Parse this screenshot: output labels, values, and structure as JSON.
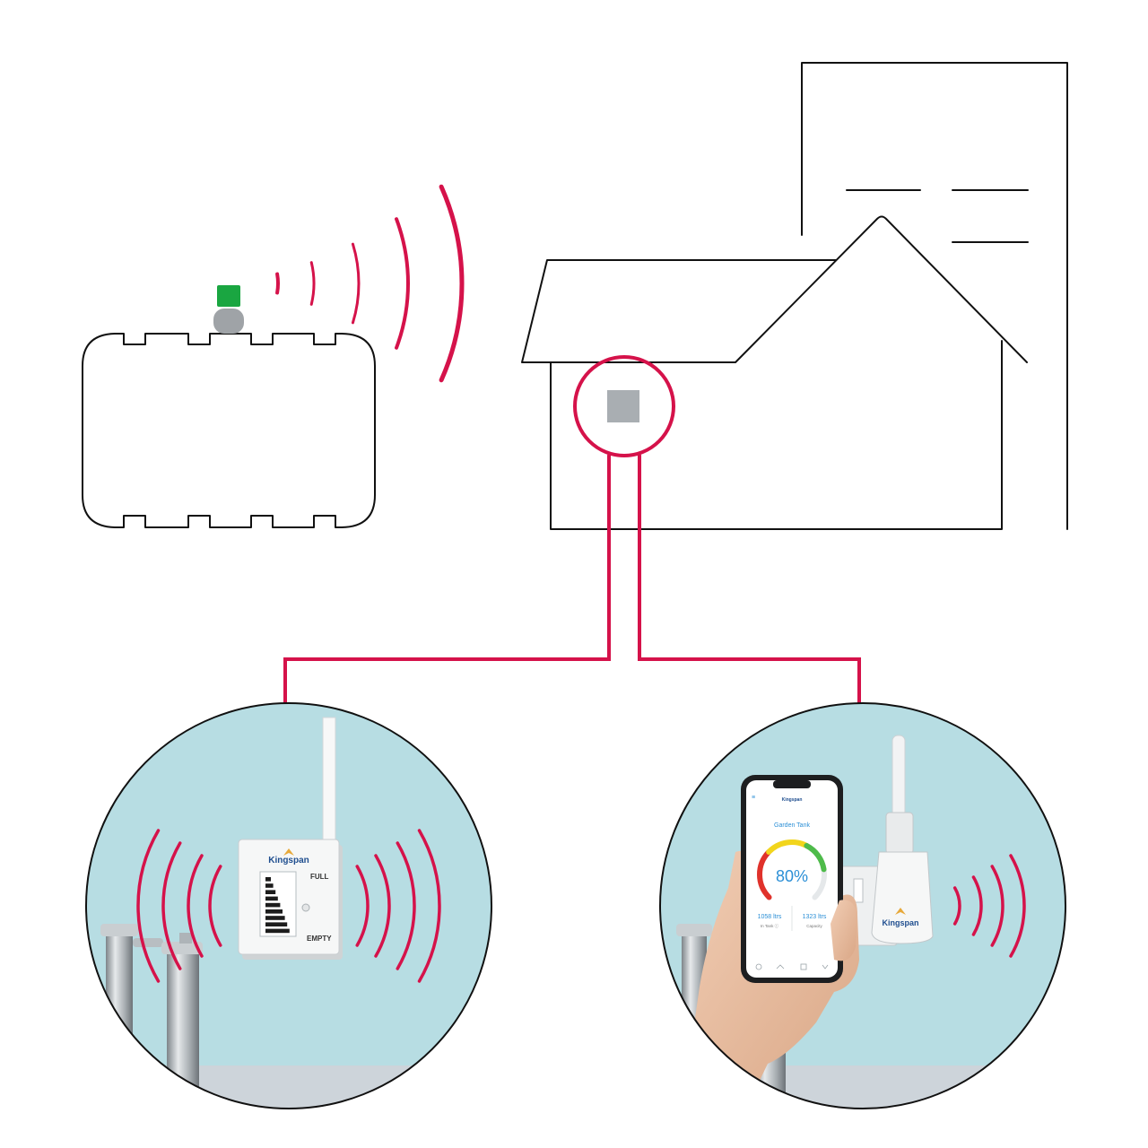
{
  "colors": {
    "accent": "#d5124a",
    "outline": "#111111",
    "wall": "#b7dde3",
    "floor": "#cdd4da",
    "sensor_body": "#9fa3a7",
    "sensor_cap": "#1aa641",
    "hub": "#a9aeb2",
    "gauge_low": "#e0322b",
    "gauge_mid": "#f2d51c",
    "gauge_high": "#4ebb4a",
    "gauge_text": "#2b8fd6"
  },
  "left_scene": {
    "brand": "Kingspan",
    "label_full": "FULL",
    "label_empty": "EMPTY",
    "level_segments": 9
  },
  "right_scene": {
    "app_brand": "Kingspan",
    "app_tank_name": "Garden Tank",
    "gauge_percent_value": 80,
    "gauge_percent_label": "80%",
    "stat_left_value": "1058 ltrs",
    "stat_left_caption": "In Tank ⓘ",
    "stat_right_value": "1323 ltrs",
    "stat_right_caption": "Capacity",
    "plug_brand": "Kingspan"
  },
  "icons": {
    "signal_waves": "wifi-signal-icon",
    "hub_square": "home-hub-icon"
  }
}
